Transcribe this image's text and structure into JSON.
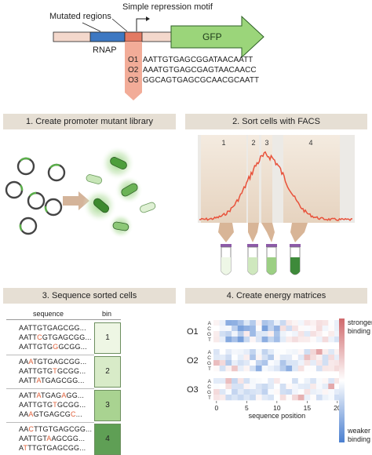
{
  "top": {
    "label_motif": "Simple repression motif",
    "label_mutated": "Mutated regions",
    "label_rnap": "RNAP",
    "label_gfp": "GFP",
    "operators": [
      {
        "name": "O1",
        "seq": "AATTGTGAGCGGATAACAATT"
      },
      {
        "name": "O2",
        "seq": "AAATGTGAGCGAGTAACAACC"
      },
      {
        "name": "O3",
        "seq": "GGCAGTGAGCGCAACGCAATT"
      }
    ]
  },
  "panels": {
    "p1": "1. Create promoter mutant library",
    "p2": "2. Sort cells with FACS",
    "p3": "3. Sequence sorted cells",
    "p4": "4. Create energy matrices"
  },
  "facs": {
    "bins": [
      "1",
      "2",
      "3",
      "4"
    ],
    "tube_colors": [
      "#eef7e6",
      "#cfe8be",
      "#9ccf84",
      "#3e8a3a"
    ]
  },
  "seqtable": {
    "col_sequence": "sequence",
    "col_bin": "bin",
    "bin_colors": [
      "#eef6e4",
      "#d8ebc8",
      "#a9d391",
      "#5f9f55"
    ],
    "groups": [
      {
        "bin": "1",
        "rows": [
          [
            {
              "t": "AATTGTGAGCGG..."
            }
          ],
          [
            {
              "t": "AATT"
            },
            {
              "t": "C",
              "m": true
            },
            {
              "t": "GTGAGCGG..."
            }
          ],
          [
            {
              "t": "AATTGTG"
            },
            {
              "t": "G",
              "m": true
            },
            {
              "t": "GCGG..."
            }
          ]
        ]
      },
      {
        "bin": "2",
        "rows": [
          [
            {
              "t": "AA"
            },
            {
              "t": "A",
              "m": true
            },
            {
              "t": "TGTGAGCGG..."
            }
          ],
          [
            {
              "t": "AATTGTG"
            },
            {
              "t": "T",
              "m": true
            },
            {
              "t": "GCGG..."
            }
          ],
          [
            {
              "t": "AATT"
            },
            {
              "t": "A",
              "m": true
            },
            {
              "t": "TGAGCGG..."
            }
          ]
        ]
      },
      {
        "bin": "3",
        "rows": [
          [
            {
              "t": "AATT"
            },
            {
              "t": "A",
              "m": true
            },
            {
              "t": "TGAG"
            },
            {
              "t": "A",
              "m": true
            },
            {
              "t": "GG..."
            }
          ],
          [
            {
              "t": "AATTGTG"
            },
            {
              "t": "T",
              "m": true
            },
            {
              "t": "GCGG..."
            }
          ],
          [
            {
              "t": "AA"
            },
            {
              "t": "A",
              "m": true
            },
            {
              "t": "GTGAGCG"
            },
            {
              "t": "C",
              "m": true
            },
            {
              "t": "..."
            }
          ]
        ]
      },
      {
        "bin": "4",
        "rows": [
          [
            {
              "t": "AA"
            },
            {
              "t": "C",
              "m": true
            },
            {
              "t": "TTGTGAGCGG..."
            }
          ],
          [
            {
              "t": "AATTGT"
            },
            {
              "t": "A",
              "m": true
            },
            {
              "t": "AGCGG..."
            }
          ],
          [
            {
              "t": "A"
            },
            {
              "t": "T",
              "m": true
            },
            {
              "t": "TTGTGAGCGG..."
            }
          ]
        ]
      }
    ]
  },
  "energy": {
    "rows": [
      "O1",
      "O2",
      "O3"
    ],
    "bases": [
      "A",
      "C",
      "G",
      "T"
    ],
    "xticks": [
      0,
      5,
      10,
      15,
      20
    ],
    "xlabel": "sequence position",
    "cb_top": "stronger binding",
    "cb_bottom": "weaker binding",
    "positive": "#d0696c",
    "negative": "#4a7fd0"
  }
}
